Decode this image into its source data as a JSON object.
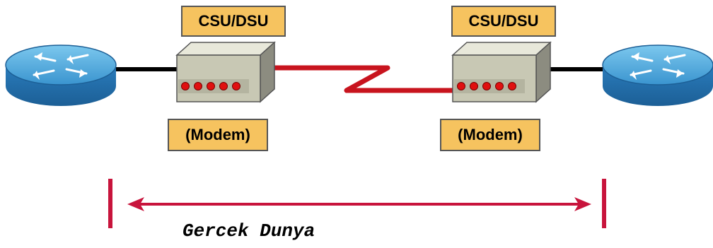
{
  "labels": {
    "csu_dsu_left": "CSU/DSU",
    "csu_dsu_right": "CSU/DSU",
    "modem_left": "(Modem)",
    "modem_right": "(Modem)",
    "caption": "Gercek Dunya"
  },
  "colors": {
    "router": "#2f84c3",
    "router_top": "#5fb0df",
    "label_fill": "#f6c35f",
    "serial_link": "#c8141e",
    "marker": "#c8143c",
    "modem_body": "#c8c8b4",
    "modem_led": "#e01010"
  },
  "icons": {
    "left_router": "router-icon",
    "right_router": "router-icon",
    "left_modem": "csu-dsu-device-icon",
    "right_modem": "csu-dsu-device-icon"
  }
}
